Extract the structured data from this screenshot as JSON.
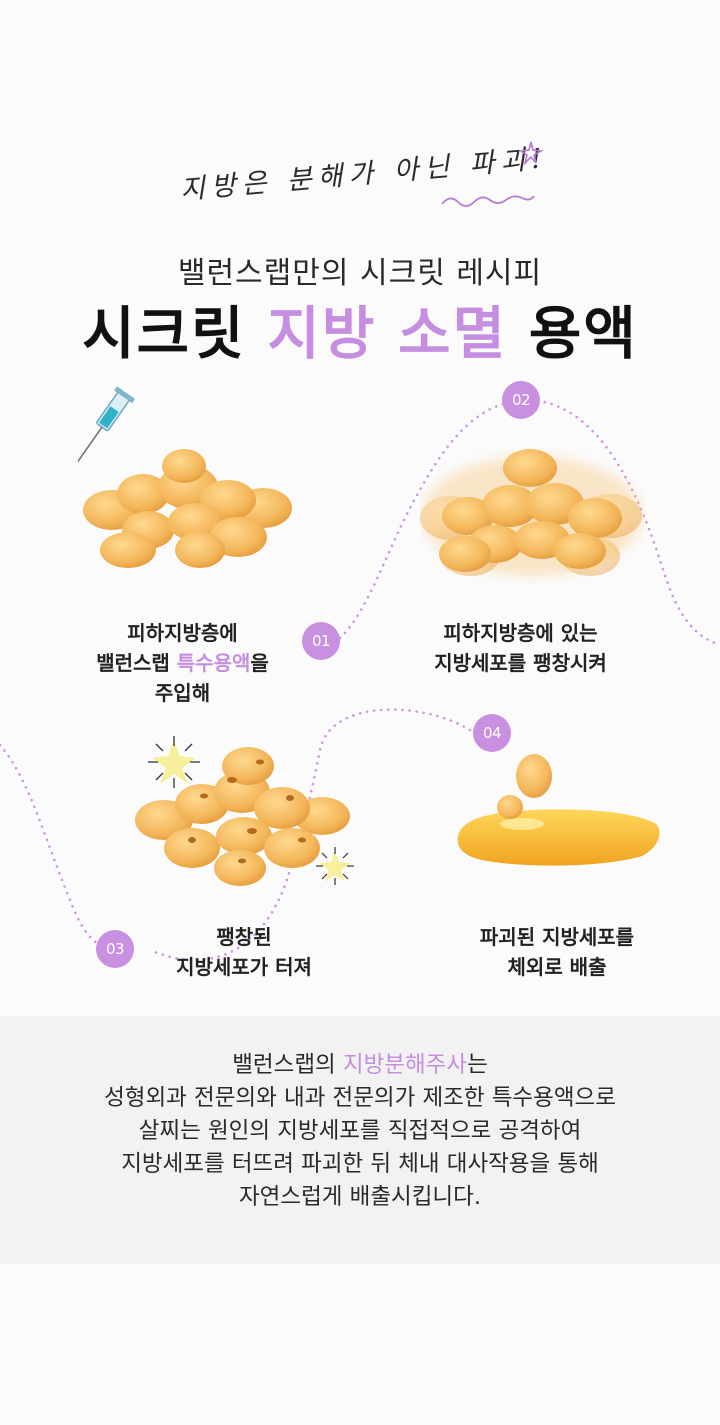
{
  "header": {
    "tagline": "지방은 분해가 아닌 파괴!",
    "subtitle": "밸런스랩만의 시크릿 레시피",
    "title_part1": "시크릿",
    "title_highlight": "지방 소멸",
    "title_part2": "용액"
  },
  "steps": [
    {
      "number": "01",
      "line1": "피하지방층에",
      "line2_before": "밸런스랩 ",
      "line2_highlight": "특수용액",
      "line2_after": "을",
      "line3": "주입해",
      "illustration": "syringe-fat-cells-icon"
    },
    {
      "number": "02",
      "line1": "피하지방층에 있는",
      "line2": "지방세포를 팽창시켜",
      "illustration": "swelling-fat-cells-icon"
    },
    {
      "number": "03",
      "line1": "팽창된",
      "line2": "지방세포가 터져",
      "illustration": "bursting-fat-cells-icon"
    },
    {
      "number": "04",
      "line1": "파괴된 지방세포를",
      "line2": "체외로 배출",
      "illustration": "melted-fat-icon"
    }
  ],
  "description": {
    "line1_before": "밸런스랩의 ",
    "line1_highlight": "지방분해주사",
    "line1_after": "는",
    "line2": "성형외과 전문의와 내과 전문의가 제조한 특수용액으로",
    "line3": "살찌는 원인의 지방세포를 직접적으로 공격하여",
    "line4": "지방세포를 터뜨려 파괴한 뒤 체내 대사작용을 통해",
    "line5": "자연스럽게 배출시킵니다."
  },
  "colors": {
    "accent": "#c58ee0",
    "fat_cell": "#f3b65a",
    "fat_cell_shadow": "#e49a3c",
    "background": "#fbfbfb",
    "desc_background": "#f2f2f2"
  }
}
